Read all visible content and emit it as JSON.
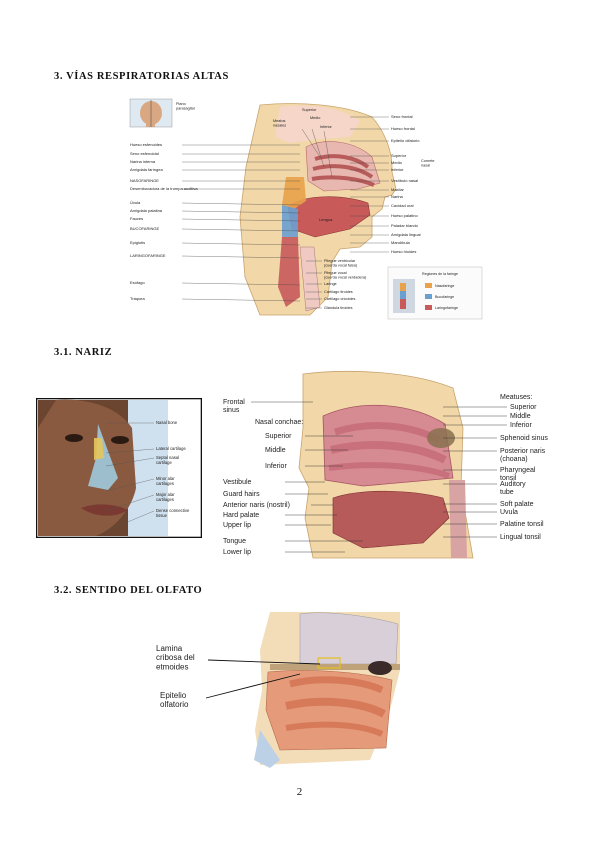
{
  "headings": {
    "h3": "3. VÍAS RESPIRATORIAS ALTAS",
    "h31": "3.1. NARIZ",
    "h32": "3.2. SENTIDO DEL OLFATO"
  },
  "fig1": {
    "inset_label": "Plano\nparasagital",
    "left_labels": [
      "Hueso esfenoides",
      "Seno esfenoidal",
      "Narina interna",
      "Amígdala faríngea",
      "NASOFARINGE",
      "Desembocadura de la trompa auditiva",
      "Úvula",
      "Amígdala palatina",
      "Fauces",
      "BUCOFARINGE",
      "Epiglotis",
      "LARINGOFARINGE",
      "Esófago",
      "Tráquea"
    ],
    "top_labels": {
      "meatos": "Meatos\nnasales",
      "superior": "Superior",
      "medio": "Medio",
      "inferior": "Inferior"
    },
    "right_labels": [
      "Seno frontal",
      "Hueso frontal",
      "Epitelio olfatorio",
      "Superior",
      "Medio",
      "Inferior",
      "Vestíbulo nasal",
      "Maxilar",
      "Narina",
      "Cavidad oral",
      "Hueso palatino",
      "Paladar blando",
      "Amígdala lingual",
      "Mandíbula",
      "Hueso hioides"
    ],
    "concha_label": "Cornete\nnasal",
    "tongue_label": "Lengua",
    "bottom_labels": [
      "Pliegue ventricular\n(cuerda vocal falsa)",
      "Pliegue vocal\n(cuerda vocal verdadera)",
      "Laringe",
      "Cartílago tiroides",
      "Cartílago cricoides",
      "Glándula tiroides"
    ],
    "legend": {
      "title": "Regiones de la faringe",
      "items": [
        {
          "label": "Nasofaringe",
          "color": "#e8a24a"
        },
        {
          "label": "Bucofaringe",
          "color": "#6aa0d0"
        },
        {
          "label": "Laringofaringe",
          "color": "#c85a5a"
        }
      ]
    }
  },
  "fig2a": {
    "labels": [
      "Nasal bone",
      "Lateral cartilage",
      "Septal nasal\ncartilage",
      "Minor alar\ncartilages",
      "Major alar\ncartilages",
      "Dense connective\ntissue"
    ]
  },
  "fig2b": {
    "left_labels": [
      "Frontal\nsinus",
      "Nasal conchae:",
      "Superior",
      "Middle",
      "Inferior",
      "Vestibule",
      "Guard hairs",
      "Anterior naris (nostril)",
      "Hard palate",
      "Upper lip",
      "Tongue",
      "Lower lip"
    ],
    "right_labels": [
      "Meatuses:",
      "Superior",
      "Middle",
      "Inferior",
      "Sphenoid sinus",
      "Posterior naris\n(choana)",
      "Pharyngeal\ntonsil",
      "Auditory\ntube",
      "Soft palate",
      "Uvula",
      "Palatine tonsil",
      "Lingual tonsil"
    ]
  },
  "fig3": {
    "labels": [
      "Lamina\ncribosa del\netmoides",
      "Epitelio\nolfatorio"
    ]
  },
  "page_number": "2"
}
